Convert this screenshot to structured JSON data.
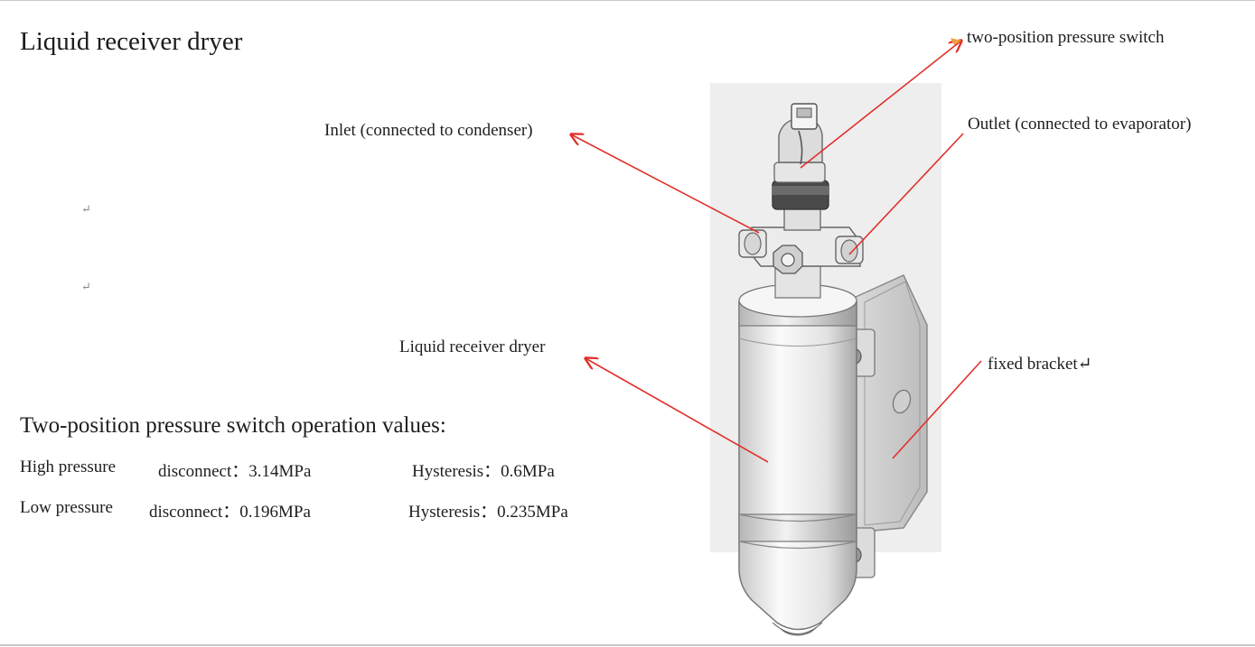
{
  "title": "Liquid receiver dryer",
  "paragraph_mark": "↵",
  "callouts": {
    "pressure_switch": "two-position pressure switch",
    "inlet": "Inlet (connected to condenser)",
    "outlet": "Outlet (connected to evaporator)",
    "receiver_dryer": "Liquid receiver dryer",
    "bracket": "fixed bracket↵"
  },
  "operation_values": {
    "heading": "Two-position pressure switch operation values:",
    "high": {
      "name": "High pressure",
      "disconnect": "disconnect：3.14MPa",
      "hysteresis": "Hysteresis：0.6MPa"
    },
    "low": {
      "name": "Low pressure",
      "disconnect": "disconnect：0.196MPa",
      "hysteresis": "Hysteresis：0.235MPa"
    }
  },
  "colors": {
    "arrow": "#e0302a",
    "photo_background": "#eeeeee"
  }
}
